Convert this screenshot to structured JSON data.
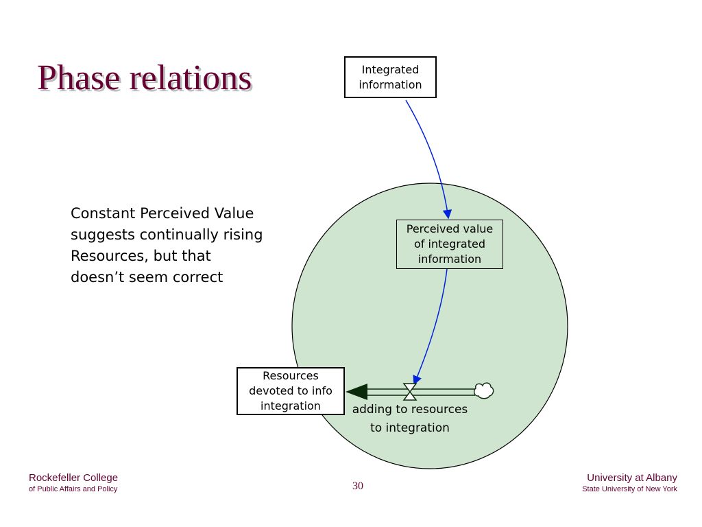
{
  "slide": {
    "title": "Phase relations",
    "body_lines": [
      "Constant Perceived Value",
      "suggests continually rising",
      "Resources, but that",
      "doesn’t seem correct"
    ],
    "page_number": "30"
  },
  "diagram": {
    "integrated_lines": [
      "Integrated",
      "information"
    ],
    "perceived_lines": [
      "Perceived value",
      "of integrated",
      "information"
    ],
    "resources_lines": [
      "Resources",
      "devoted to info",
      "integration"
    ],
    "flow_lines": [
      "adding to resources",
      "to integration"
    ],
    "colors": {
      "circle_fill": "#cfe5cf",
      "link_arrow": "#0022dd",
      "flow_arrow": "#0a2a0a"
    },
    "icons": [
      "cloud-source-icon",
      "valve-icon",
      "flow-arrowhead-icon"
    ]
  },
  "footer": {
    "left_line1": "Rockefeller College",
    "left_line2": "of Public Affairs and Policy",
    "right_line1": "University at Albany",
    "right_line2": "State University of New York"
  }
}
